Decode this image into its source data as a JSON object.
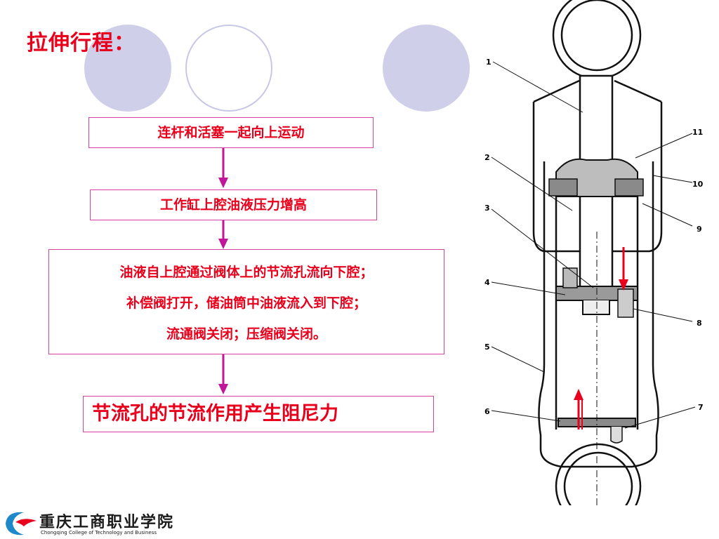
{
  "title": "拉伸行程：",
  "steps": [
    "连杆和活塞一起向上运动",
    "工作缸上腔油液压力增高"
  ],
  "step3_lines": [
    "油液自上腔通过阀体上的节流孔流向下腔；",
    "补偿阀打开，储油筒中油液流入到下腔；",
    "流通阀关闭；压缩阀关闭。"
  ],
  "result": "节流孔的节流作用产生阻尼力",
  "diagram": {
    "labels": [
      "1",
      "2",
      "3",
      "4",
      "5",
      "6",
      "7",
      "8",
      "9",
      "10",
      "11"
    ]
  },
  "logo": {
    "name": "重庆工商职业学院",
    "english": "Chongqing College of Technology and Business"
  },
  "colors": {
    "title": "#e8001c",
    "box_border": "#d6409f",
    "arrow": "#c0169a",
    "deco_circle": "#cfcfea",
    "flow_arrow": "#e8001c"
  }
}
